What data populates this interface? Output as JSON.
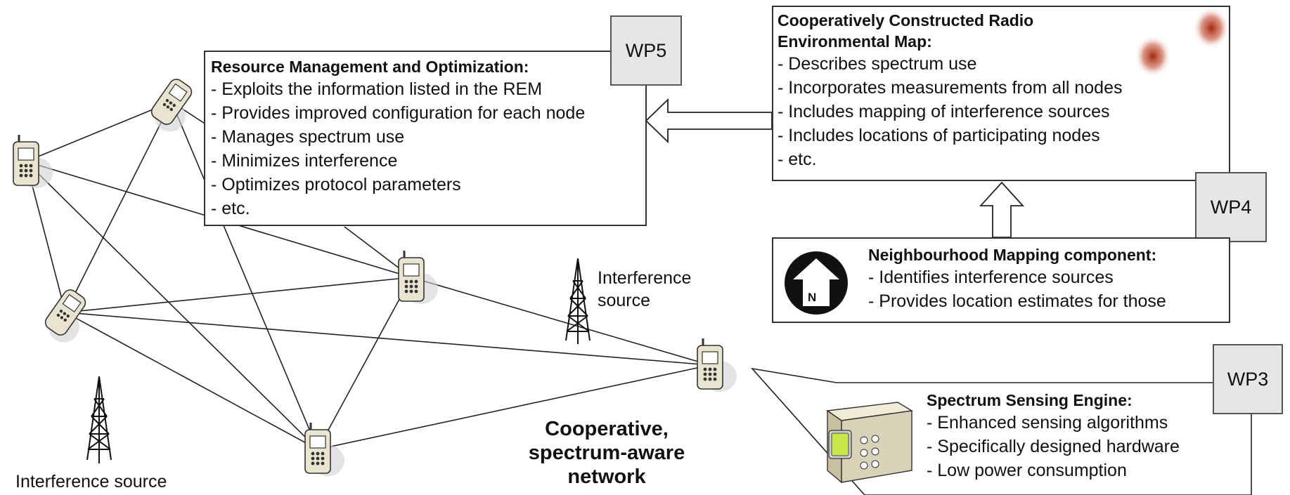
{
  "wp_labels": {
    "wp5": "WP5",
    "wp4": "WP4",
    "wp3": "WP3"
  },
  "rem_box": {
    "title_lines": [
      "Cooperatively Constructed Radio",
      "Environmental Map:"
    ],
    "items": [
      "- Describes spectrum use",
      "- Incorporates measurements from all nodes",
      "- Includes mapping of interference sources",
      "- Includes locations of participating nodes",
      "- etc."
    ]
  },
  "resource_box": {
    "title": "Resource Management and Optimization:",
    "items": [
      "- Exploits the information listed in the REM",
      "- Provides improved configuration for each node",
      "- Manages spectrum use",
      "- Minimizes interference",
      "- Optimizes protocol parameters",
      "- etc."
    ]
  },
  "neighbourhood_box": {
    "title": "Neighbourhood Mapping component:",
    "items": [
      "- Identifies interference sources",
      "- Provides location estimates for those"
    ],
    "icon_letter": "N"
  },
  "sensing_box": {
    "title": "Spectrum Sensing Engine:",
    "items": [
      "- Enhanced sensing algorithms",
      "- Specifically designed hardware",
      "- Low power consumption"
    ]
  },
  "labels": {
    "interference_mid_line1": "Interference",
    "interference_mid_line2": "source",
    "interference_left": "Interference source",
    "network_lines": [
      "Cooperative,",
      "spectrum-aware",
      "network"
    ]
  },
  "colors": {
    "heat": "#a01c00",
    "screen": "#c8e84a",
    "device": "#e8e4d0"
  }
}
